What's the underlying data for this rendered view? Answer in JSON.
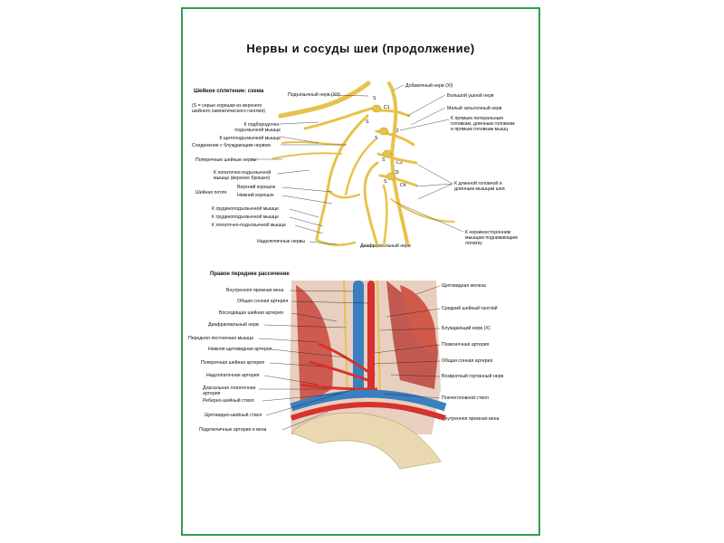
{
  "title": "Нервы и сосуды шеи (продолжение)",
  "upper": {
    "heading": "Шейное сплетение: схема",
    "note": "(S = серые корешки из верхнего\nшейного симпатического ганглия)",
    "top_labels": [
      "Подъязычный нерв (XII)",
      "Добавочный нерв (XI)"
    ],
    "right_labels": [
      "Большой ушной нерв",
      "Малый затылочный нерв",
      "К прямым латеральным\nголовкам, длинным головкам\nи прямым головкам мышц",
      "К длинной головной и\nдлинным мышцам шеи",
      "К неравносторонним\nмышцам поднимающим\nлопатку"
    ],
    "left_labels": [
      "К подбородочно-\nподъязычной мышце",
      "К щитоподъязычной мышце",
      "Соединение с блуждающим нервом",
      "Поперечные шейные нервы",
      "К лопаточно-подъязычной\nмышце (верхнее брюшко)",
      "Шейная петля",
      "Верхний корешок",
      "Нижний корешок",
      "К грудиноподъязычной мышце",
      "К грудиноподъязычной мышце",
      "К лопаточно-подъязычной мышце"
    ],
    "bottom_labels": [
      "Надключичные нервы",
      "Диафрагмальный нерв"
    ],
    "markers": [
      "S",
      "C1",
      "S",
      "C2",
      "S",
      "C3",
      "S",
      "C4",
      "S",
      "C5"
    ]
  },
  "lower": {
    "heading": "Правое переднее рассечение",
    "left_labels": [
      "Внутренняя яремная вена",
      "Общая сонная артерия",
      "Восходящая шейная артерия",
      "Диафрагмальный нерв",
      "Передняя лестничная мышца",
      "Нижняя щитовидная артерия",
      "Поперечная шейная артерия",
      "Надлопаточная артерия",
      "Дорсальная лопаточная\nартерия",
      "Реберно-шейный ствол",
      "Щитовидно-шейный ствол",
      "Подключичные артерия и вена"
    ],
    "right_labels": [
      "Щитовидная железа",
      "Средний шейный ганглий",
      "Блуждающий нерв (X)",
      "Позвоночная артерия",
      "Общая сонная артерия",
      "Возвратный гортанный нерв",
      "Плечеголовной ствол",
      "Внутренняя яремная вена"
    ]
  },
  "colors": {
    "frame": "#2fa04a",
    "nerve": "#e7c24a",
    "nerve_edge": "#b8922a",
    "muscle": "#c8463c",
    "artery": "#d8322c",
    "vein": "#3a7fc0",
    "bone": "#ead9b0"
  }
}
